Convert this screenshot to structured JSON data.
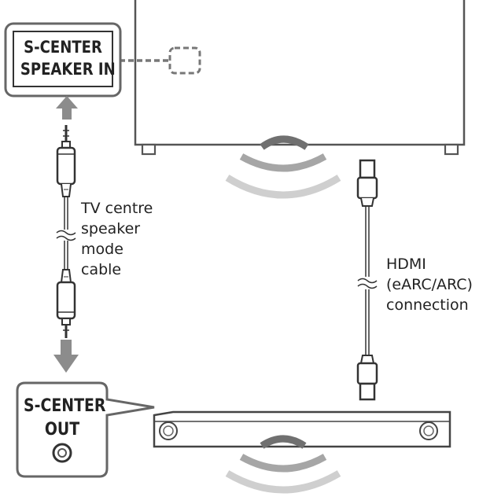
{
  "tv_input_box": {
    "line1": "S-CENTER",
    "line2": "SPEAKER IN"
  },
  "soundbar_output_box": {
    "line1": "S-CENTER",
    "line2": "OUT"
  },
  "cable_label": {
    "line1": "TV centre",
    "line2": "speaker",
    "line3": "mode",
    "line4": "cable"
  },
  "hdmi_label": {
    "line1": "HDMI",
    "line2": "(eARC/ARC)",
    "line3": "connection"
  },
  "colors": {
    "outline": "#333333",
    "arrow": "#8c8c8c",
    "wave_dark": "#707070",
    "wave_mid": "#a6a6a6",
    "wave_light": "#cfcfcf"
  }
}
